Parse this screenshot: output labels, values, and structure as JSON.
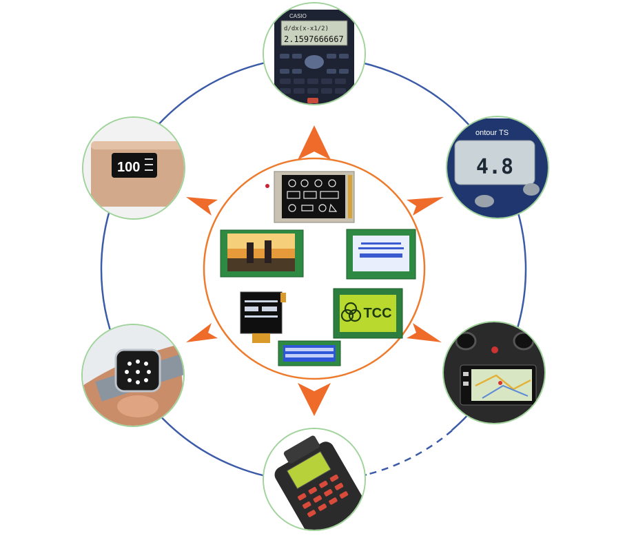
{
  "colors": {
    "ring": "#3b5ba8",
    "node_border": "#9fd39a",
    "center_border": "#ee7a2c",
    "arrow": "#ee6b2a",
    "background": "#ffffff"
  },
  "nodes": [
    {
      "id": "calculator",
      "icon": "scientific-calculator"
    },
    {
      "id": "glucose-meter",
      "icon": "glucose-meter"
    },
    {
      "id": "car-navigation",
      "icon": "car-navigation-display"
    },
    {
      "id": "pos-terminal",
      "icon": "pos-payment-terminal"
    },
    {
      "id": "smartwatch",
      "icon": "smartwatch-on-wrist"
    },
    {
      "id": "power-bank",
      "icon": "power-bank-display"
    }
  ],
  "center_modules": [
    {
      "id": "graphic-lcd",
      "icon": "graphic-segment-lcd"
    },
    {
      "id": "tft-lcd",
      "icon": "color-tft-display"
    },
    {
      "id": "character-lcd-blue-white",
      "icon": "blue-white-lcd-module"
    },
    {
      "id": "round-oled",
      "icon": "oled-display"
    },
    {
      "id": "yellow-green-lcd",
      "icon": "yellow-green-lcd-module"
    },
    {
      "id": "character-lcd-1602",
      "icon": "blue-character-lcd"
    }
  ],
  "device_text": {
    "calculator_expr": "d/dx(x-x1/2)",
    "calculator_result": "2.1597666667",
    "calculator_brand": "CASIO",
    "glucose_brand": "ontour TS",
    "glucose_value": "4.8",
    "powerbank_value": "100",
    "tcc_logo": "TCC"
  }
}
